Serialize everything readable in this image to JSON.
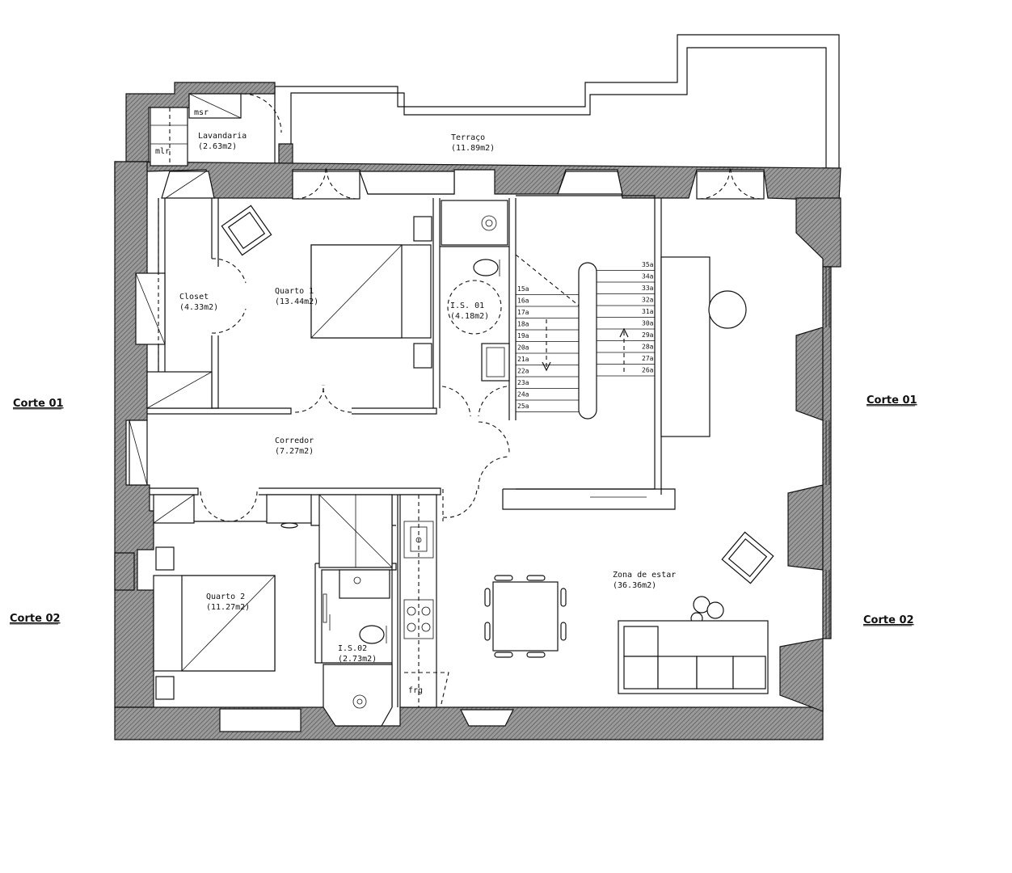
{
  "section_marks": {
    "corte_01": "Corte 01",
    "corte_02": "Corte 02"
  },
  "rooms": {
    "terraco": {
      "name": "Terraço",
      "area": "(11.89m2)"
    },
    "lavandaria": {
      "name": "Lavandaria",
      "area": "(2.63m2)"
    },
    "closet": {
      "name": "Closet",
      "area": "(4.33m2)"
    },
    "quarto1": {
      "name": "Quarto 1",
      "area": "(13.44m2)"
    },
    "is01": {
      "name": "I.S. 01",
      "area": "(4.18m2)"
    },
    "corredor": {
      "name": "Corredor",
      "area": "(7.27m2)"
    },
    "quarto2": {
      "name": "Quarto 2",
      "area": "(11.27m2)"
    },
    "is02": {
      "name": "I.S.02",
      "area": "(2.73m2)"
    },
    "zona_estar": {
      "name": "Zona de estar",
      "area": "(36.36m2)"
    }
  },
  "appliances": {
    "msr": "msr",
    "mlr": "mlr",
    "frg": "frg"
  },
  "stairs": {
    "left_steps": [
      "15a",
      "16a",
      "17a",
      "18a",
      "19a",
      "20a",
      "21a",
      "22a",
      "23a",
      "24a",
      "25a"
    ],
    "right_steps": [
      "35a",
      "34a",
      "33a",
      "32a",
      "31a",
      "30a",
      "29a",
      "28a",
      "27a",
      "26a"
    ]
  },
  "colors": {
    "line": "#111111",
    "wall_fill": "#ffffff",
    "hatch": "#555555"
  }
}
